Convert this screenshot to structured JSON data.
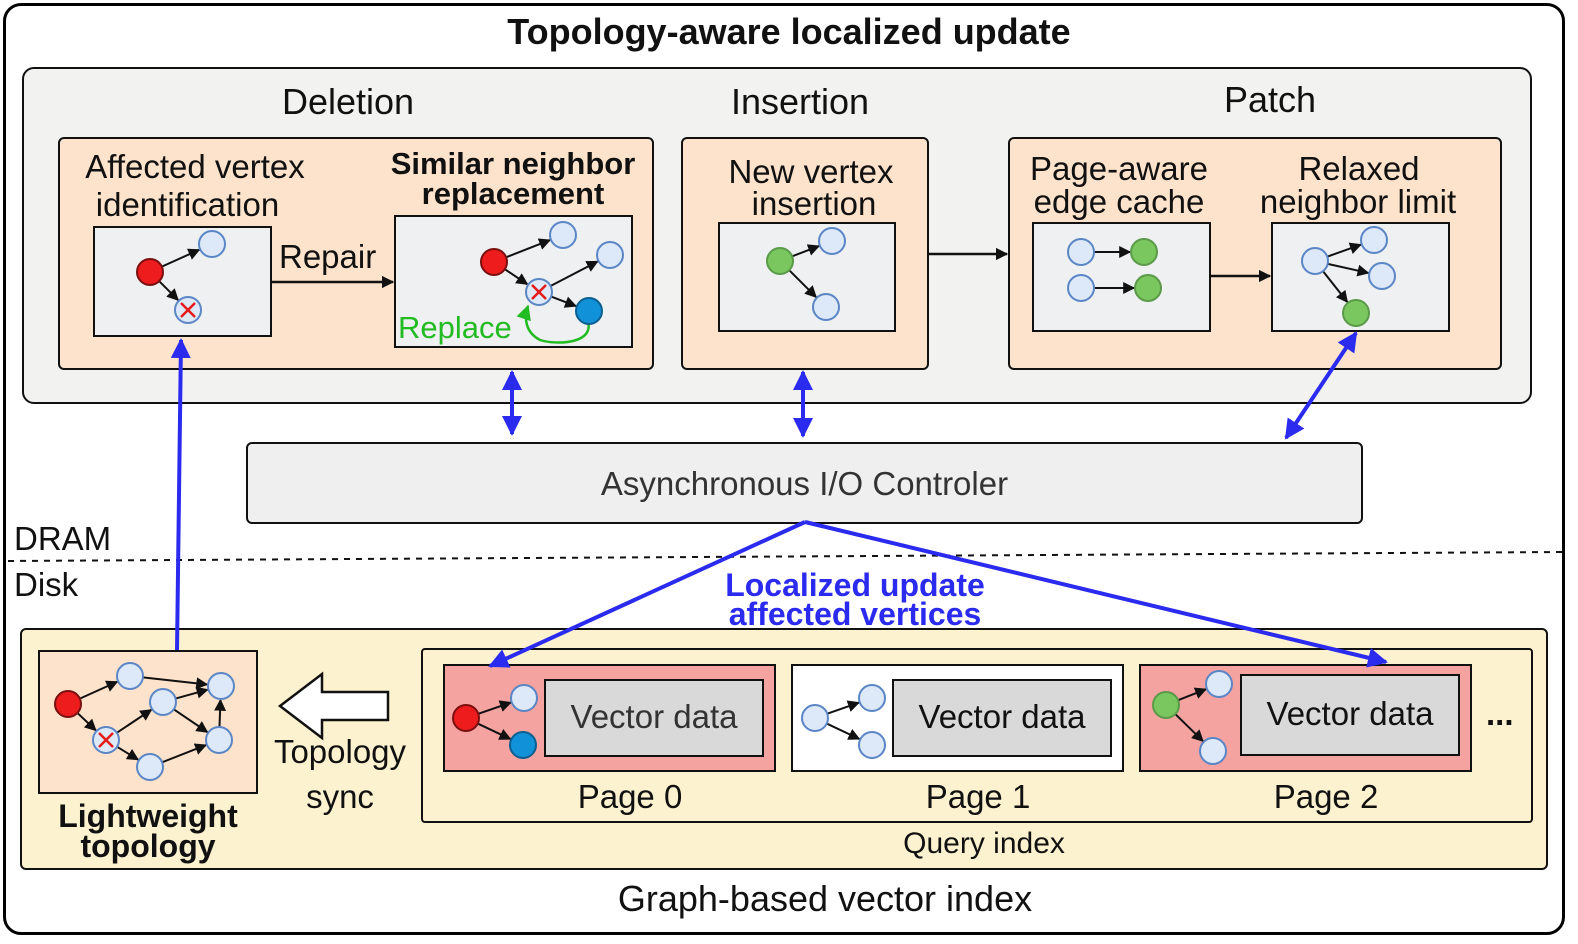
{
  "title": "Topology-aware localized update",
  "sections": {
    "deletion": {
      "heading": "Deletion",
      "affected": [
        "Affected vertex",
        "identification"
      ],
      "similar": [
        "Similar neighbor",
        "replacement"
      ],
      "repair": "Repair",
      "replace": "Replace"
    },
    "insertion": {
      "heading": "Insertion",
      "new_vertex": [
        "New vertex",
        "insertion"
      ]
    },
    "patch": {
      "heading": "Patch",
      "page_aware": [
        "Page-aware",
        "edge cache"
      ],
      "relaxed": [
        "Relaxed",
        "neighbor limit"
      ]
    }
  },
  "io_controller": "Asynchronous I/O Controler",
  "memory": {
    "dram": "DRAM",
    "disk": "Disk"
  },
  "localized": [
    "Localized update",
    "affected vertices"
  ],
  "lightweight": [
    "Lightweight",
    "topology"
  ],
  "topology_sync": [
    "Topology",
    "sync"
  ],
  "pages": [
    {
      "vector": "Vector data",
      "label": "Page 0"
    },
    {
      "vector": "Vector data",
      "label": "Page 1"
    },
    {
      "vector": "Vector data",
      "label": "Page 2"
    }
  ],
  "ellipsis": "...",
  "query_index": "Query index",
  "graph_index": "Graph-based vector index",
  "colors": {
    "outer_border": "#000000",
    "top_panel_bg": "#f2f2f0",
    "peach": "#fde3cb",
    "inner_box": "#eef0f2",
    "io_box": "#efefef",
    "bottom_bg": "#fdf2cf",
    "page_red": "#f4a3a0",
    "vector_box": "#d9d9d9",
    "node_blue": "#dde8f8",
    "node_stroke": "#5a86c6",
    "node_red": "#ee1c1c",
    "node_green": "#7ac760",
    "node_deepblue": "#1192d8",
    "arrow_blue": "#2b2bf0",
    "replace_green": "#22bb22"
  }
}
